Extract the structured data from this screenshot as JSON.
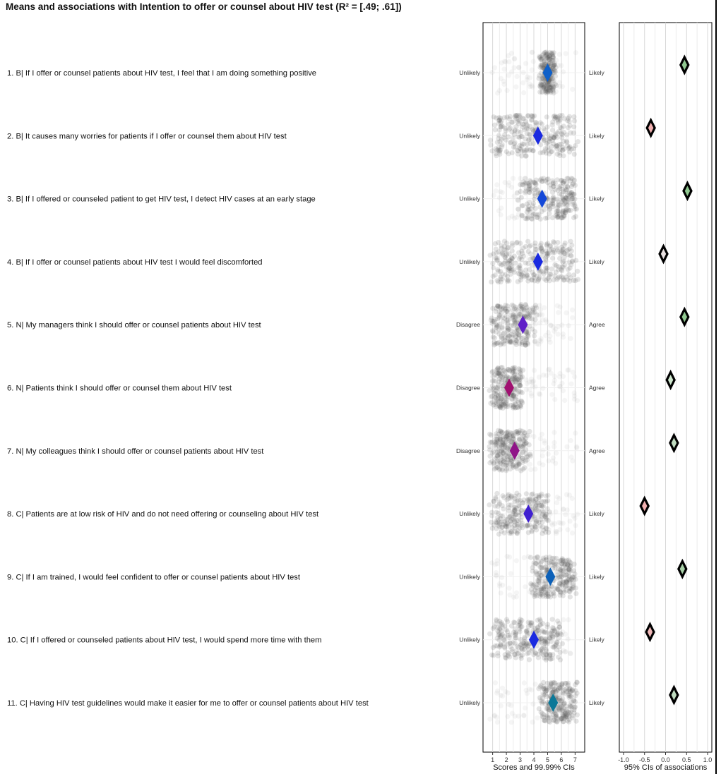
{
  "chart_data": {
    "type": "scatter",
    "title": "Means and associations with Intention to offer or counsel about HIV test (R² = [.49; .61])",
    "panels": [
      {
        "name": "scores",
        "xlabel": "Scores and 99.99% CIs",
        "xlim": [
          0.3,
          7.7
        ],
        "xticks": [
          1,
          2,
          3,
          4,
          5,
          6,
          7
        ]
      },
      {
        "name": "associations",
        "xlabel": "95% CIs of associations",
        "xlim": [
          -1.1,
          1.1
        ],
        "xticks": [
          "-1.0",
          "-0.5",
          "0.0",
          "0.5",
          "1.0"
        ],
        "xtick_values": [
          -1.0,
          -0.5,
          0.0,
          0.5,
          1.0
        ]
      }
    ],
    "items": [
      {
        "label": "1. B| If I offer or counsel patients about HIV test, I feel that I am doing something positive",
        "left_anchor": "Unlikely",
        "right_anchor": "Likely",
        "mean": 5.0,
        "association": 0.45,
        "mean_color": "#1060c8",
        "assoc_color": "#90c890",
        "cluster": [
          4.6,
          5.4
        ]
      },
      {
        "label": "2. B| It causes  many worries for patients if I offer or counsel them about HIV test",
        "left_anchor": "Unlikely",
        "right_anchor": "Likely",
        "mean": 4.3,
        "association": -0.35,
        "mean_color": "#1a2ae0",
        "assoc_color": "#f0b0b0",
        "cluster": [
          1,
          7
        ]
      },
      {
        "label": "3. B| If I offered or counseled patient to get HIV test, I detect HIV cases at an early stage",
        "left_anchor": "Unlikely",
        "right_anchor": "Likely",
        "mean": 4.6,
        "association": 0.52,
        "mean_color": "#1448d8",
        "assoc_color": "#90c890",
        "cluster": [
          3,
          7
        ]
      },
      {
        "label": "4. B| If I offer or counsel patients about HIV test I would feel discomforted",
        "left_anchor": "Unlikely",
        "right_anchor": "Likely",
        "mean": 4.3,
        "association": -0.05,
        "mean_color": "#1a2ae0",
        "assoc_color": "#e8e0e0",
        "cluster": [
          1,
          7
        ]
      },
      {
        "label": "5. N| My managers think I should offer or counsel patients about HIV test",
        "left_anchor": "Disagree",
        "right_anchor": "Agree",
        "mean": 3.2,
        "association": 0.45,
        "mean_color": "#6020c8",
        "assoc_color": "#90c890",
        "cluster": [
          1,
          4
        ]
      },
      {
        "label": "6. N| Patients think I should offer or counsel them about HIV test",
        "left_anchor": "Disagree",
        "right_anchor": "Agree",
        "mean": 2.2,
        "association": 0.12,
        "mean_color": "#a01070",
        "assoc_color": "#d0e8d0",
        "cluster": [
          1,
          3
        ]
      },
      {
        "label": "7. N| My colleagues think I should offer or counsel patients about HIV test",
        "left_anchor": "Disagree",
        "right_anchor": "Agree",
        "mean": 2.6,
        "association": 0.2,
        "mean_color": "#901488",
        "assoc_color": "#c0dcc0",
        "cluster": [
          1,
          3.5
        ]
      },
      {
        "label": "8. C| Patients are at low risk of HIV and do not need offering or counseling about HIV test",
        "left_anchor": "Unlikely",
        "right_anchor": "Likely",
        "mean": 3.6,
        "association": -0.5,
        "mean_color": "#4020d0",
        "assoc_color": "#f0b0b0",
        "cluster": [
          1,
          5
        ]
      },
      {
        "label": "9. C| If I am trained, I would feel confident to offer or counsel patients about HIV test",
        "left_anchor": "Unlikely",
        "right_anchor": "Likely",
        "mean": 5.2,
        "association": 0.4,
        "mean_color": "#0c60b8",
        "assoc_color": "#a8d0a8",
        "cluster": [
          4,
          7
        ]
      },
      {
        "label": "10. C| If I offered or counseled patients about HIV test, I would spend more time with them",
        "left_anchor": "Unlikely",
        "right_anchor": "Likely",
        "mean": 4.0,
        "association": -0.37,
        "mean_color": "#1a2ae0",
        "assoc_color": "#f0b8b8",
        "cluster": [
          1,
          6
        ]
      },
      {
        "label": "11. C| Having HIV test guidelines would make it easier for me to offer or counsel patients about HIV test",
        "left_anchor": "Unlikely",
        "right_anchor": "Likely",
        "mean": 5.4,
        "association": 0.2,
        "mean_color": "#0c7898",
        "assoc_color": "#c0dcc0",
        "cluster": [
          4.5,
          7
        ]
      }
    ]
  }
}
